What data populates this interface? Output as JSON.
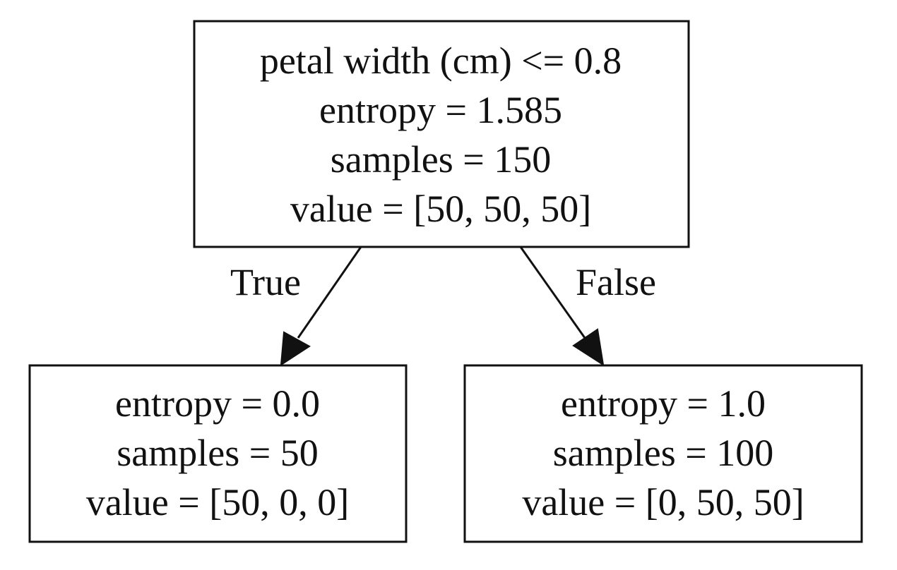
{
  "tree": {
    "root": {
      "condition": "petal width (cm) <= 0.8",
      "entropy": "entropy = 1.585",
      "samples": "samples = 150",
      "value": "value = [50, 50, 50]"
    },
    "left_leaf": {
      "entropy": "entropy = 0.0",
      "samples": "samples = 50",
      "value": "value = [50, 0, 0]"
    },
    "right_leaf": {
      "entropy": "entropy = 1.0",
      "samples": "samples = 100",
      "value": "value = [0, 50, 50]"
    },
    "edges": {
      "true_label": "True",
      "false_label": "False"
    }
  }
}
